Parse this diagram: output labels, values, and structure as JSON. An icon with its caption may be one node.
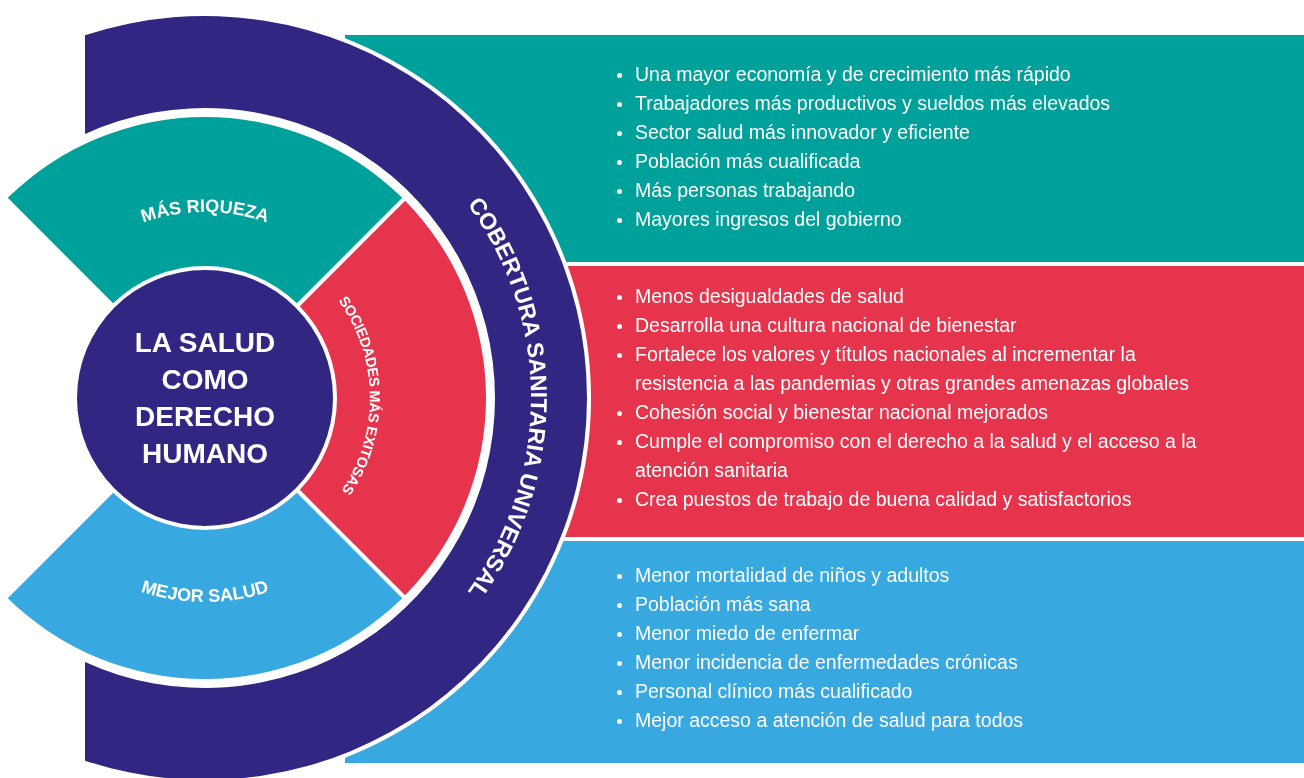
{
  "diagram": {
    "nodes": [
      {
        "text": [
          "COBERTURA SANITARIA UNIVERSAL"
        ]
      },
      {
        "text": [
          "LA SALUD COMO DERECHO HUMANO"
        ]
      },
      {
        "text": [
          "MÁS RIQUEZA"
        ]
      },
      {
        "text": [
          "SOCIEDADES MÁS EXITOSAS"
        ]
      },
      {
        "text": [
          "MEJOR SALUD"
        ]
      },
      {
        "text": [
          "Una mayor economía y de crecimiento más rápido",
          "Trabajadores más productivos y sueldos más elevados",
          "Sector salud más innovador y eficiente",
          "Población más cualificada",
          "Más personas trabajando",
          "Mayores ingresos del gobierno"
        ]
      },
      {
        "text": [
          "Menos desigualdades de salud",
          "Desarrolla una cultura nacional de bienestar",
          "Fortalece los valores y títulos nacionales al incrementar la resistencia a las pandemias y otras grandes amenazas globales",
          "Cohesión social y bienestar nacional mejorados",
          "Cumple el compromiso con el derecho a la salud y el acceso a la atención sanitaria",
          "Crea puestos de trabajo de buena calidad y satisfactorios"
        ]
      },
      {
        "text": [
          "Menor mortalidad de niños y adultos",
          "Población más sana",
          "Menor miedo de enfermar",
          "Menor incidencia de enfermedades crónicas",
          "Personal clínico más cualificado",
          "Mejor acceso a atención de salud para todos"
        ]
      }
    ]
  }
}
